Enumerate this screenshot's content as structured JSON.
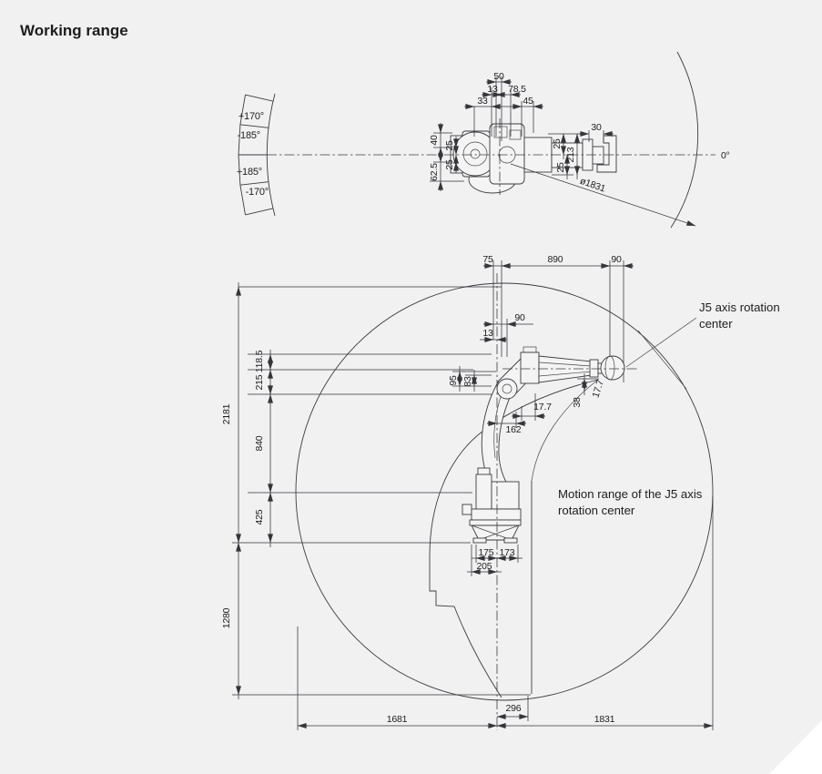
{
  "title": "Working range",
  "colors": {
    "background": "#f1f1f2",
    "line": "#3c3c41",
    "text": "#1d1d1f"
  },
  "top_view": {
    "angles": {
      "plus170": "+170°",
      "minus185": "-185°",
      "plus185": "+185°",
      "minus170": "-170°"
    },
    "zero": "0°",
    "diameter": "ø1831",
    "dims": {
      "d50": "50",
      "d13": "13",
      "d78_5": "78.5",
      "d33": "33",
      "d45": "45",
      "d40": "40",
      "d25_left_upper": "25",
      "d25_left_lower": "25",
      "d62_5": "62.5",
      "d25_right_upper": "25",
      "d213": "213",
      "d30": "30",
      "d25_right_lower": "25"
    }
  },
  "side_view": {
    "dims_top": {
      "d75": "75",
      "d890": "890",
      "d90": "90"
    },
    "dims_wrist": {
      "d90": "90",
      "d13": "13",
      "d95": "95",
      "d83": "83",
      "d17_7_h": "17.7",
      "d162": "162",
      "d38": "38",
      "d17_7_r": "17.7"
    },
    "dims_left": {
      "d2181": "2181",
      "d118_5": "118.5",
      "d215": "215",
      "d840": "840",
      "d425": "425",
      "d1280": "1280"
    },
    "dims_base": {
      "d175": "175",
      "d173": "173",
      "d205": "205"
    },
    "dims_bottom": {
      "d296": "296",
      "d1681": "1681",
      "d1831": "1831"
    },
    "labels": {
      "j5_line1": "J5 axis rotation",
      "j5_line2": "center",
      "motion_line1": "Motion range of the J5 axis",
      "motion_line2": "rotation center"
    }
  }
}
